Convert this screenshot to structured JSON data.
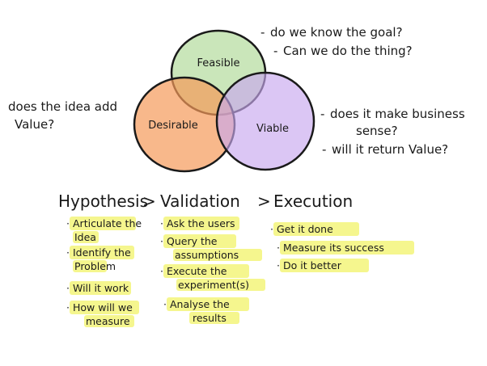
{
  "venn": {
    "feasible": {
      "label": "Feasible",
      "color": "#9ed281"
    },
    "desirable": {
      "label": "Desirable",
      "color": "#f59a5a"
    },
    "viable": {
      "label": "Viable",
      "color": "#c8a8ee"
    }
  },
  "notes": {
    "right_top_1": "do we know the goal?",
    "right_top_2": "Can we do the thing?",
    "left_1": "does the idea add",
    "left_2": "Value?",
    "right_mid_1": "does it make business",
    "right_mid_2": "sense?",
    "right_mid_3": "will it return Value?"
  },
  "phases": {
    "hypothesis": {
      "title": "Hypothesis",
      "items": [
        "Articulate the",
        "Idea",
        "Identify the",
        "Problem",
        "Will it work",
        "How will we",
        "measure"
      ]
    },
    "arrow_1": ">",
    "validation": {
      "title": "Validation",
      "items": [
        "Ask the users",
        "Query the",
        "assumptions",
        "Execute the",
        "experiment(s)",
        "Analyse the",
        "results"
      ]
    },
    "arrow_2": ">",
    "execution": {
      "title": "Execution",
      "items": [
        "Get it done",
        "Measure its success",
        "Do it better"
      ]
    }
  },
  "colors": {
    "highlight": "#f3f57a",
    "ink": "#1a1a1a"
  }
}
